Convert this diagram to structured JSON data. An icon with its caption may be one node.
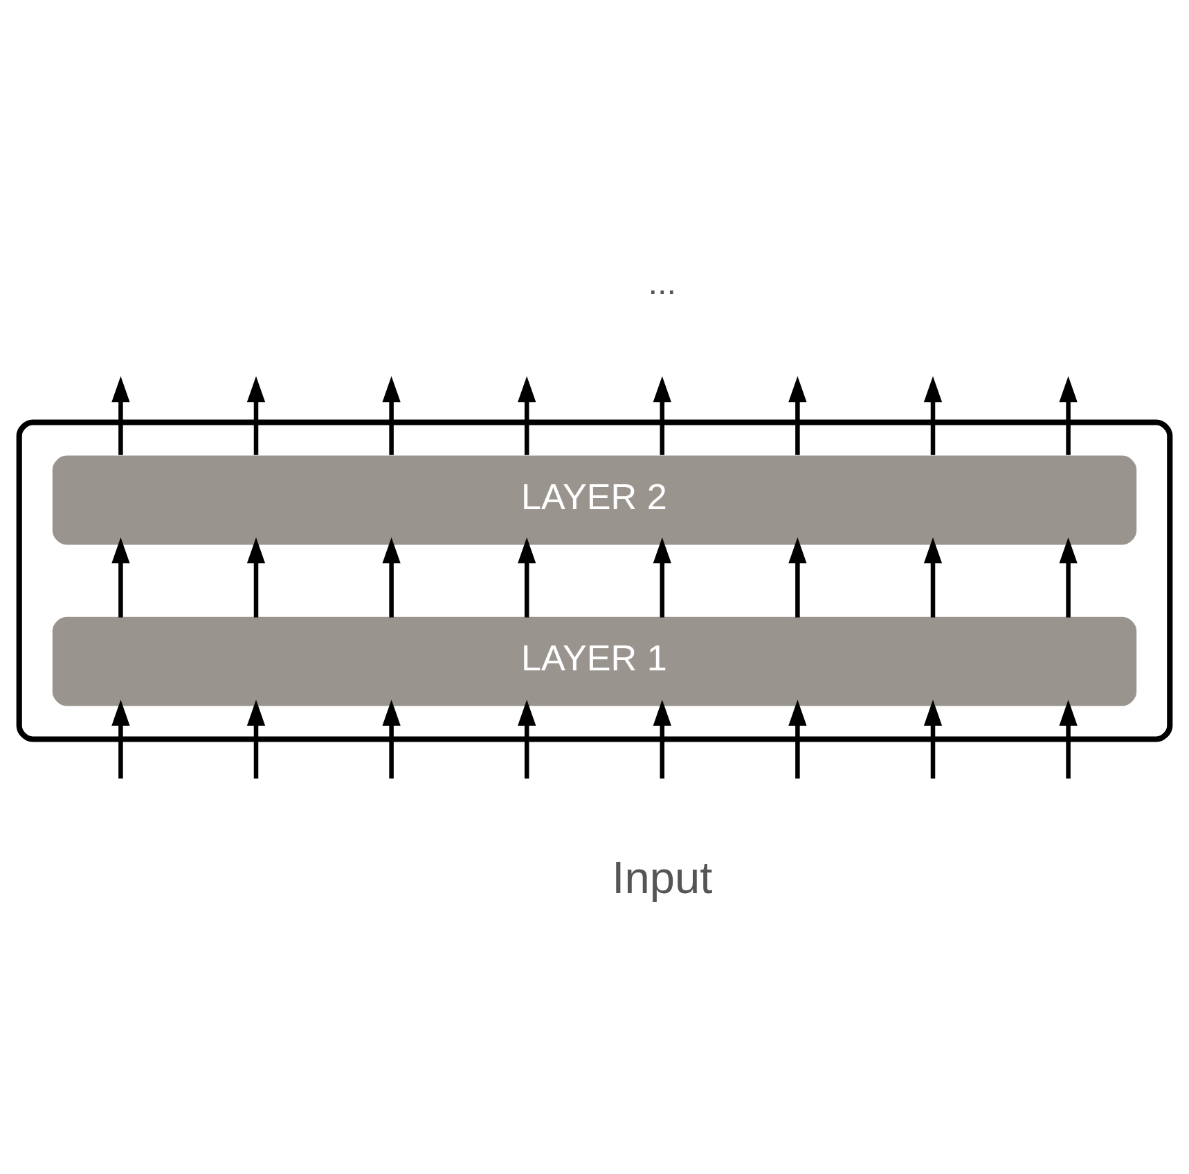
{
  "diagram": {
    "nodes": [
      {
        "text": [],
        "shape": "box"
      },
      {
        "text": [
          "LAYER 2"
        ],
        "in": 0
      },
      {
        "text": [
          "LAYER 1"
        ],
        "in": 0
      }
    ],
    "edges": [
      {
        "from": null,
        "to": 2,
        "arrow": "to"
      },
      {
        "from": null,
        "to": 2,
        "arrow": "to"
      },
      {
        "from": null,
        "to": 2,
        "arrow": "to"
      },
      {
        "from": null,
        "to": 2,
        "arrow": "to"
      },
      {
        "from": null,
        "to": 2,
        "arrow": "to"
      },
      {
        "from": null,
        "to": 2,
        "arrow": "to"
      },
      {
        "from": null,
        "to": 2,
        "arrow": "to"
      },
      {
        "from": null,
        "to": 2,
        "arrow": "to"
      },
      {
        "from": 2,
        "to": 1,
        "arrow": "to"
      },
      {
        "from": 2,
        "to": 1,
        "arrow": "to"
      },
      {
        "from": 2,
        "to": 1,
        "arrow": "to"
      },
      {
        "from": 2,
        "to": 1,
        "arrow": "to"
      },
      {
        "from": 2,
        "to": 1,
        "arrow": "to"
      },
      {
        "from": 2,
        "to": 1,
        "arrow": "to"
      },
      {
        "from": 2,
        "to": 1,
        "arrow": "to"
      },
      {
        "from": 2,
        "to": 1,
        "arrow": "to"
      },
      {
        "from": 1,
        "to": null,
        "arrow": "to"
      },
      {
        "from": 1,
        "to": null,
        "arrow": "to"
      },
      {
        "from": 1,
        "to": null,
        "arrow": "to"
      },
      {
        "from": 1,
        "to": null,
        "arrow": "to"
      },
      {
        "from": 1,
        "to": null,
        "arrow": "to"
      },
      {
        "from": 1,
        "to": null,
        "arrow": "to"
      },
      {
        "from": 1,
        "to": null,
        "arrow": "to"
      },
      {
        "from": 1,
        "to": null,
        "arrow": "to"
      }
    ],
    "labels": [
      "...",
      "Input"
    ]
  }
}
